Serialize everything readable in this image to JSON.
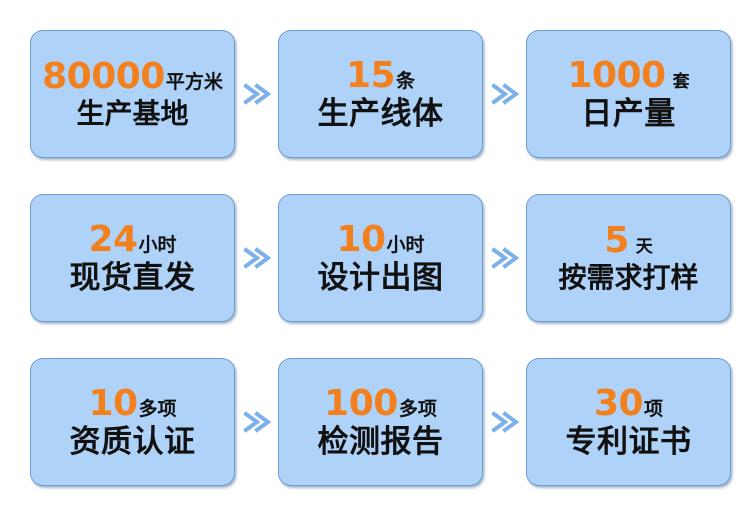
{
  "palette": {
    "card_fill": "#afd2f8",
    "card_border": "#6f9fd0",
    "metric_color": "#f2801e",
    "label_color": "#111111",
    "chevron_color": "#7bb0e8",
    "background": "#ffffff"
  },
  "separator": {
    "icon": "double-chevron-right-icon",
    "glyph": "≫"
  },
  "rows": [
    {
      "cards": [
        {
          "metric": "80000",
          "unit": "平方米",
          "label": "生产基地"
        },
        {
          "metric": "15",
          "unit": "条",
          "label": "生产线体"
        },
        {
          "metric": "1000",
          "unit": "套",
          "label": "日产量"
        }
      ]
    },
    {
      "cards": [
        {
          "metric": "24",
          "unit": "小时",
          "label": "现货直发"
        },
        {
          "metric": "10",
          "unit": "小时",
          "label": "设计出图"
        },
        {
          "metric": "5",
          "unit": "天",
          "label": "按需求打样"
        }
      ]
    },
    {
      "cards": [
        {
          "metric": "10",
          "unit": "多项",
          "label": "资质认证"
        },
        {
          "metric": "100",
          "unit": "多项",
          "label": "检测报告"
        },
        {
          "metric": "30",
          "unit": "项",
          "label": "专利证书"
        }
      ]
    }
  ]
}
